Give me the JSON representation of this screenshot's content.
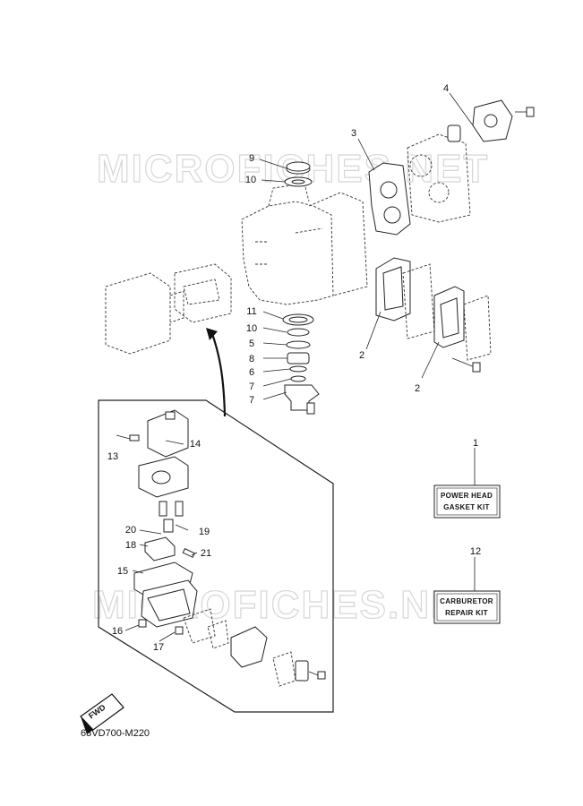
{
  "watermark": {
    "text": "MICROFICHES.NET",
    "color": "#d6d6d6"
  },
  "callouts": [
    {
      "id": "c4",
      "label": "4"
    },
    {
      "id": "c3",
      "label": "3"
    },
    {
      "id": "c9",
      "label": "9"
    },
    {
      "id": "c10a",
      "label": "10"
    },
    {
      "id": "c11",
      "label": "11"
    },
    {
      "id": "c10b",
      "label": "10"
    },
    {
      "id": "c5",
      "label": "5"
    },
    {
      "id": "c8",
      "label": "8"
    },
    {
      "id": "c6",
      "label": "6"
    },
    {
      "id": "c7a",
      "label": "7"
    },
    {
      "id": "c7b",
      "label": "7"
    },
    {
      "id": "c2a",
      "label": "2"
    },
    {
      "id": "c2b",
      "label": "2"
    },
    {
      "id": "c1",
      "label": "1"
    },
    {
      "id": "c12",
      "label": "12"
    },
    {
      "id": "c13",
      "label": "13"
    },
    {
      "id": "c14",
      "label": "14"
    },
    {
      "id": "c20",
      "label": "20"
    },
    {
      "id": "c19",
      "label": "19"
    },
    {
      "id": "c18",
      "label": "18"
    },
    {
      "id": "c21",
      "label": "21"
    },
    {
      "id": "c15",
      "label": "15"
    },
    {
      "id": "c16",
      "label": "16"
    },
    {
      "id": "c17",
      "label": "17"
    }
  ],
  "kits": {
    "power_head": {
      "line1": "POWER HEAD",
      "line2": "GASKET KIT"
    },
    "carburetor": {
      "line1": "CARBURETOR",
      "line2": "REPAIR KIT"
    }
  },
  "fwd_label": "FWD",
  "diagram_code": "63VD700-M220"
}
